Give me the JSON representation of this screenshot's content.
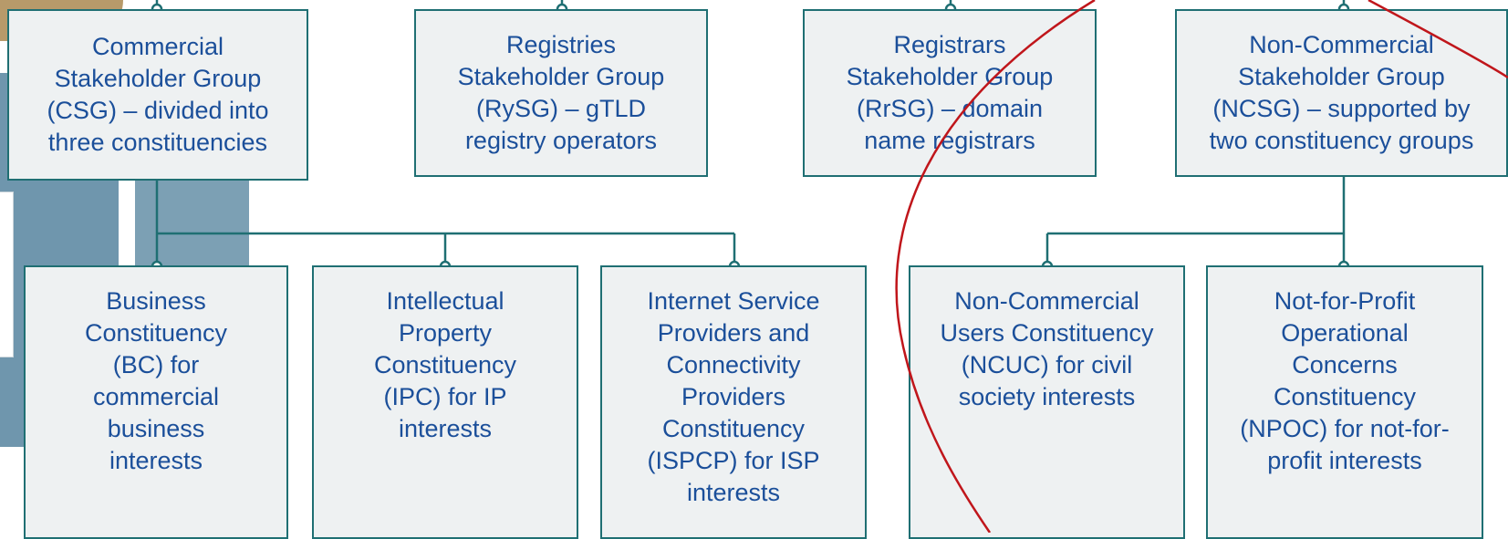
{
  "colors": {
    "box_fill": "#eef1f2",
    "box_border": "#1f6f73",
    "text": "#1b4f9a",
    "connector": "#1f6f73",
    "annotation_circle": "#c0161b",
    "decor_blue": "#6f96ad",
    "decor_tan": "#b79a6a"
  },
  "stakeholder_groups": [
    {
      "id": "csg",
      "label": "Commercial\nStakeholder Group\n(CSG) – divided into\nthree constituencies"
    },
    {
      "id": "rysg",
      "label": "Registries\nStakeholder Group\n(RySG) –  gTLD\nregistry operators"
    },
    {
      "id": "rrsg",
      "label": "Registrars\nStakeholder Group\n(RrSG) – domain\nname registrars"
    },
    {
      "id": "ncsg",
      "label": "Non-Commercial\nStakeholder Group\n(NCSG) – supported by\ntwo constituency groups"
    }
  ],
  "constituencies": [
    {
      "id": "bc",
      "parent": "csg",
      "label": "Business\nConstituency\n(BC) for\ncommercial\nbusiness\ninterests"
    },
    {
      "id": "ipc",
      "parent": "csg",
      "label": "Intellectual\nProperty\nConstituency\n(IPC) for IP\ninterests"
    },
    {
      "id": "ispcp",
      "parent": "csg",
      "label": "Internet Service\nProviders and\nConnectivity\nProviders\nConstituency\n(ISPCP) for ISP\ninterests"
    },
    {
      "id": "ncuc",
      "parent": "ncsg",
      "label": "Non-Commercial\nUsers Constituency\n(NCUC) for civil\nsociety interests"
    },
    {
      "id": "npoc",
      "parent": "ncsg",
      "label": "Not-for-Profit\nOperational\nConcerns\nConstituency\n(NPOC) for not-for-\nprofit interests"
    }
  ]
}
